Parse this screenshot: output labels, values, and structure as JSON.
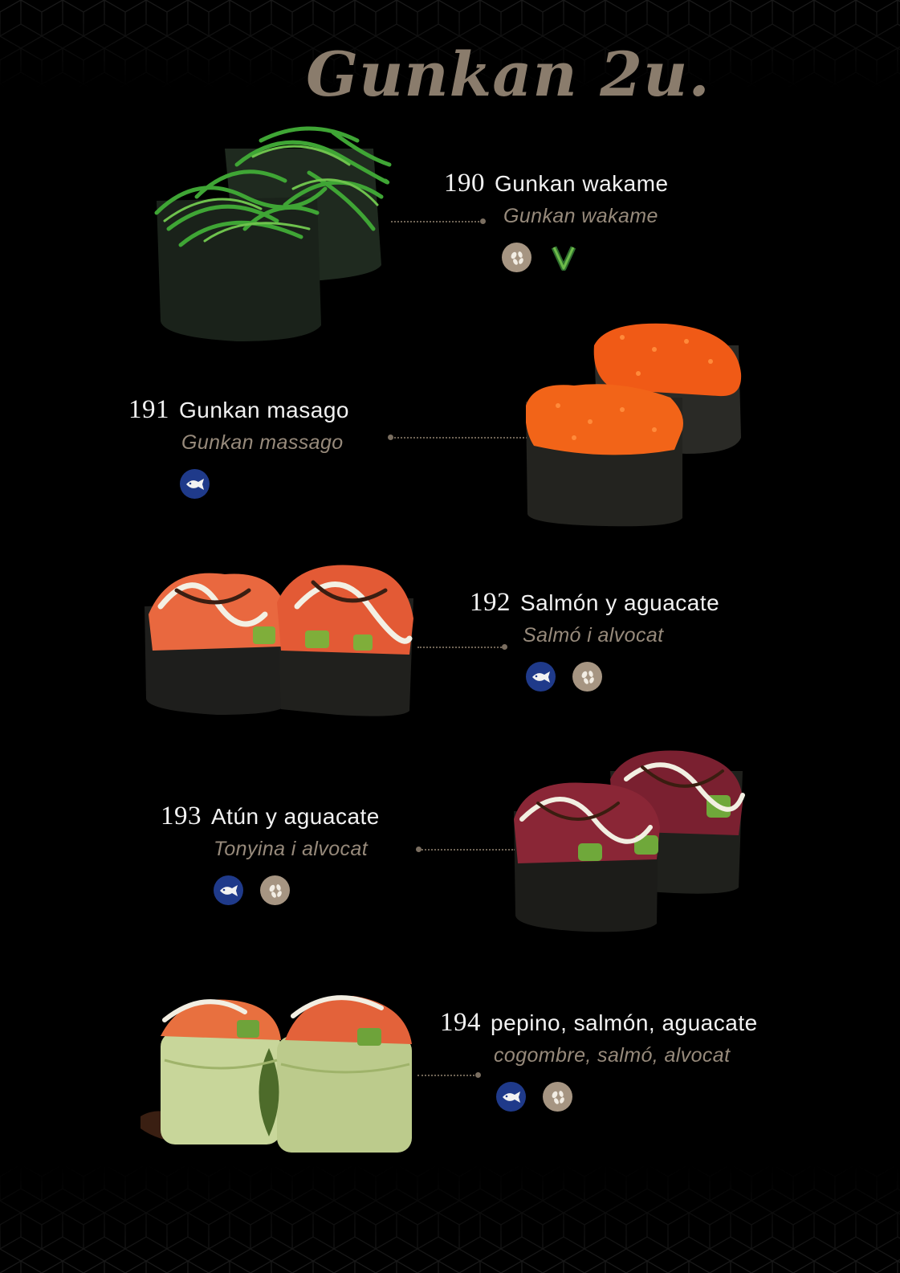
{
  "title": "Gunkan 2u.",
  "colors": {
    "background": "#000000",
    "title": "#8a7c6c",
    "subtitle": "#978a7b",
    "fish_badge": "#1f3a8a",
    "seeds_badge": "#a69582",
    "vegan": "#3c8c3c"
  },
  "items": [
    {
      "number": "190",
      "name": "Gunkan wakame",
      "subtitle": "Gunkan wakame",
      "icons": [
        "sesame-icon",
        "vegan-icon"
      ]
    },
    {
      "number": "191",
      "name": "Gunkan masago",
      "subtitle": "Gunkan massago",
      "icons": [
        "fish-icon"
      ]
    },
    {
      "number": "192",
      "name": "Salmón y aguacate",
      "subtitle": "Salmó i alvocat",
      "icons": [
        "fish-icon",
        "sesame-icon"
      ]
    },
    {
      "number": "193",
      "name": "Atún y aguacate",
      "subtitle": "Tonyina i alvocat",
      "icons": [
        "fish-icon",
        "sesame-icon"
      ]
    },
    {
      "number": "194",
      "name": "pepino, salmón, aguacate",
      "subtitle": "cogombre, salmó, alvocat",
      "icons": [
        "fish-icon",
        "sesame-icon"
      ]
    }
  ]
}
